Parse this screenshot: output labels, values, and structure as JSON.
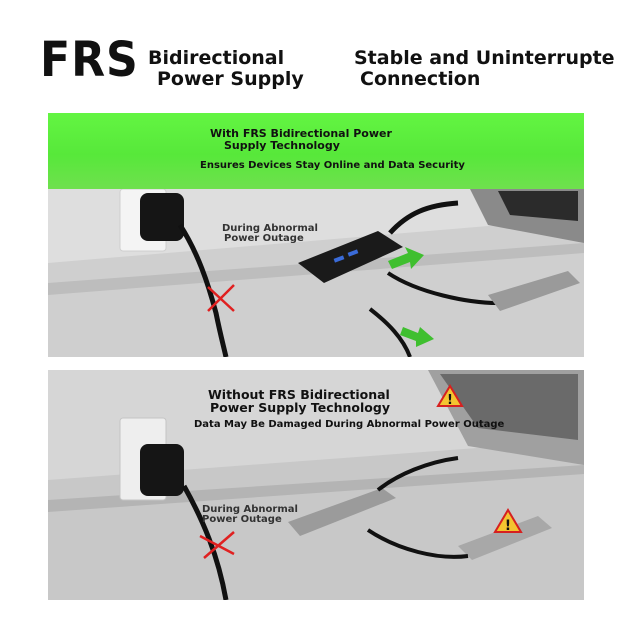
{
  "header": {
    "brand": "FRS",
    "feature1_line1": "Bidirectional",
    "feature1_line2": "Power Supply",
    "feature2_line1": "Stable and Uninterrupte",
    "feature2_line2": "Connection"
  },
  "panel_top": {
    "title_line1": "With FRS Bidirectional Power",
    "title_line2": "Supply Technology",
    "subtitle": "Ensures Devices Stay Online and Data Security",
    "outage_line1": "During Abnormal",
    "outage_line2": "Power Outage",
    "accent_color": "#5ff03f",
    "arrow_color": "#3fbf2f"
  },
  "panel_bottom": {
    "title_line1": "Without FRS Bidirectional",
    "title_line2": "Power Supply Technology",
    "subtitle": "Data May Be Damaged During Abnormal Power Outage",
    "outage_line1": "During Abnormal",
    "outage_line2": "Power Outage",
    "warning_color": "#f4c430"
  },
  "icons": {
    "failure_mark": "red-x-icon",
    "warning": "warning-triangle-icon",
    "flow": "green-arrow-icon"
  }
}
